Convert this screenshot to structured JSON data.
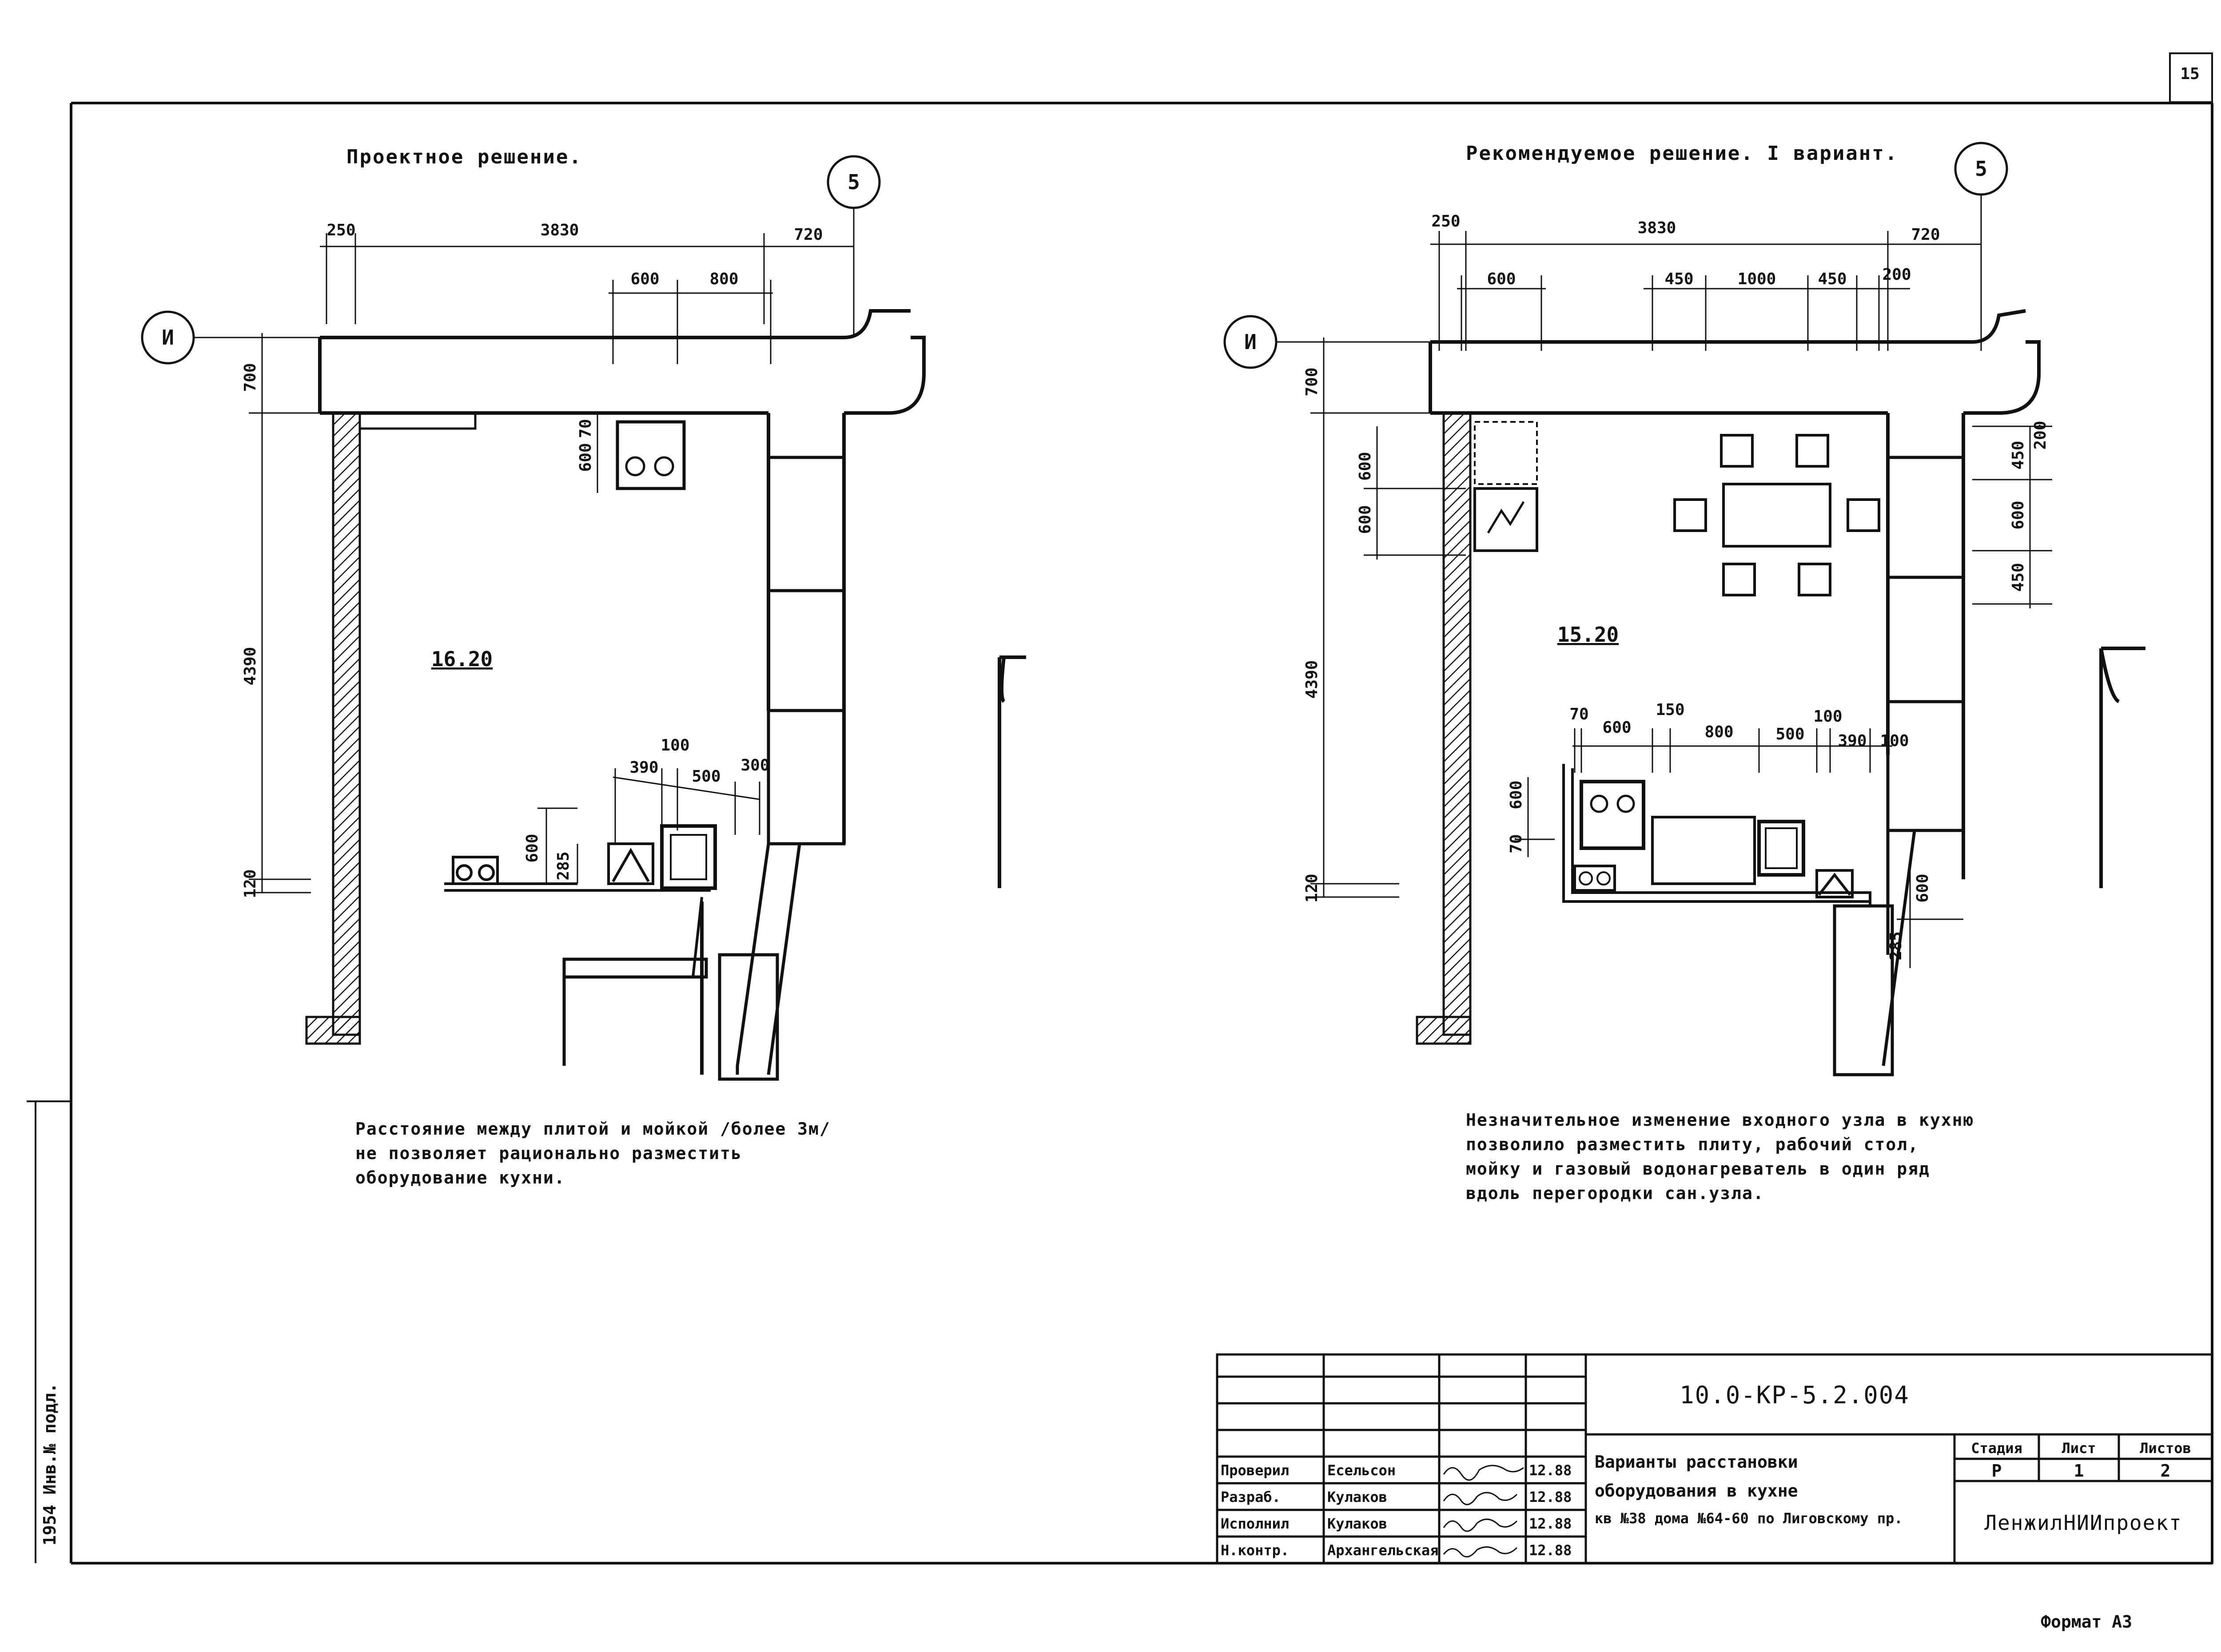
{
  "sheet_number": "15",
  "left_plan": {
    "title": "Проектное решение.",
    "axis_h": "И",
    "axis_v": "5",
    "area": "16.20",
    "dims_top": [
      "250",
      "3830",
      "720"
    ],
    "dims_top2": [
      "600",
      "800"
    ],
    "dims_side": [
      "700",
      "4390",
      "120"
    ],
    "dims_stove": [
      "70",
      "600"
    ],
    "dims_counter": [
      "100",
      "390",
      "500",
      "300",
      "600",
      "285"
    ],
    "note_lines": [
      "Расстояние между плитой и мойкой /более 3м/",
      "не позволяет рационально разместить",
      "оборудование кухни."
    ]
  },
  "right_plan": {
    "title": "Рекомендуемое решение. I вариант.",
    "axis_h": "И",
    "axis_v": "5",
    "area": "15.20",
    "dims_top": [
      "250",
      "3830",
      "720"
    ],
    "dims_top2": [
      "600",
      "450",
      "1000",
      "450",
      "200"
    ],
    "dims_side": [
      "700",
      "600",
      "600",
      "4390",
      "120"
    ],
    "dims_right": [
      "450",
      "200",
      "600",
      "450"
    ],
    "dims_counter": [
      "70",
      "600",
      "150",
      "800",
      "500",
      "100",
      "390",
      "100"
    ],
    "dims_left_small": [
      "600",
      "70"
    ],
    "dims_bottom_right": [
      "600",
      "285"
    ],
    "note_lines": [
      "Незначительное изменение входного узла в кухню",
      "позволило разместить плиту, рабочий стол,",
      "мойку и газовый водонагреватель в один ряд",
      "вдоль перегородки сан.узла."
    ]
  },
  "title_block": {
    "code": "10.0-КР-5.2.004",
    "rows": [
      {
        "role": "Проверил",
        "name": "Есельсон",
        "date": "12.88"
      },
      {
        "role": "Разраб.",
        "name": "Кулаков",
        "date": "12.88"
      },
      {
        "role": "Исполнил",
        "name": "Кулаков",
        "date": "12.88"
      },
      {
        "role": "Н.контр.",
        "name": "Архангельская",
        "date": "12.88"
      }
    ],
    "description_lines": [
      "Варианты расстановки",
      "оборудования в кухне",
      "кв №38 дома №64-60 по Лиговскому пр."
    ],
    "stage_header": "Стадия",
    "sheet_header": "Лист",
    "sheets_header": "Листов",
    "stage": "Р",
    "sheet": "1",
    "sheets": "2",
    "organization": "ЛенжилНИИпроект"
  },
  "format_label": "Формат А3",
  "margin_stamp": "1954  Инв.№ подл."
}
